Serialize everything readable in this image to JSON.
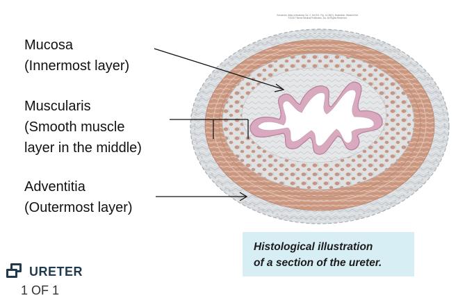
{
  "labels": {
    "mucosa": {
      "line1": "Mucosa",
      "line2": "(Innermost layer)"
    },
    "muscularis": {
      "line1": "Muscularis",
      "line2": "(Smooth muscle",
      "line3": "layer in the middle)"
    },
    "adventitia": {
      "line1": "Adventitia",
      "line2": "(Outermost layer)"
    }
  },
  "credit": {
    "line1": "Schuenke, Atlas of Anatomy Vol. 2, 2nd Ed., Fig. 14.28(C), Illustration: Wesker/Voll.",
    "line2": "©2016 Thieme Medical Publishers, Inc. All Rights Reserved."
  },
  "caption": {
    "line1": "Histological illustration",
    "line2": "of a section of the ureter."
  },
  "footer": {
    "icon": "window-restore-icon",
    "title": "URETER",
    "page": "1 OF 1"
  },
  "colors": {
    "muscle": "#c99882",
    "adventitia": "#cfd3d6",
    "mucosa_pink": "#d8a7bd",
    "caption_bg": "#d7eef4",
    "footer_title": "#1f3a4f"
  }
}
